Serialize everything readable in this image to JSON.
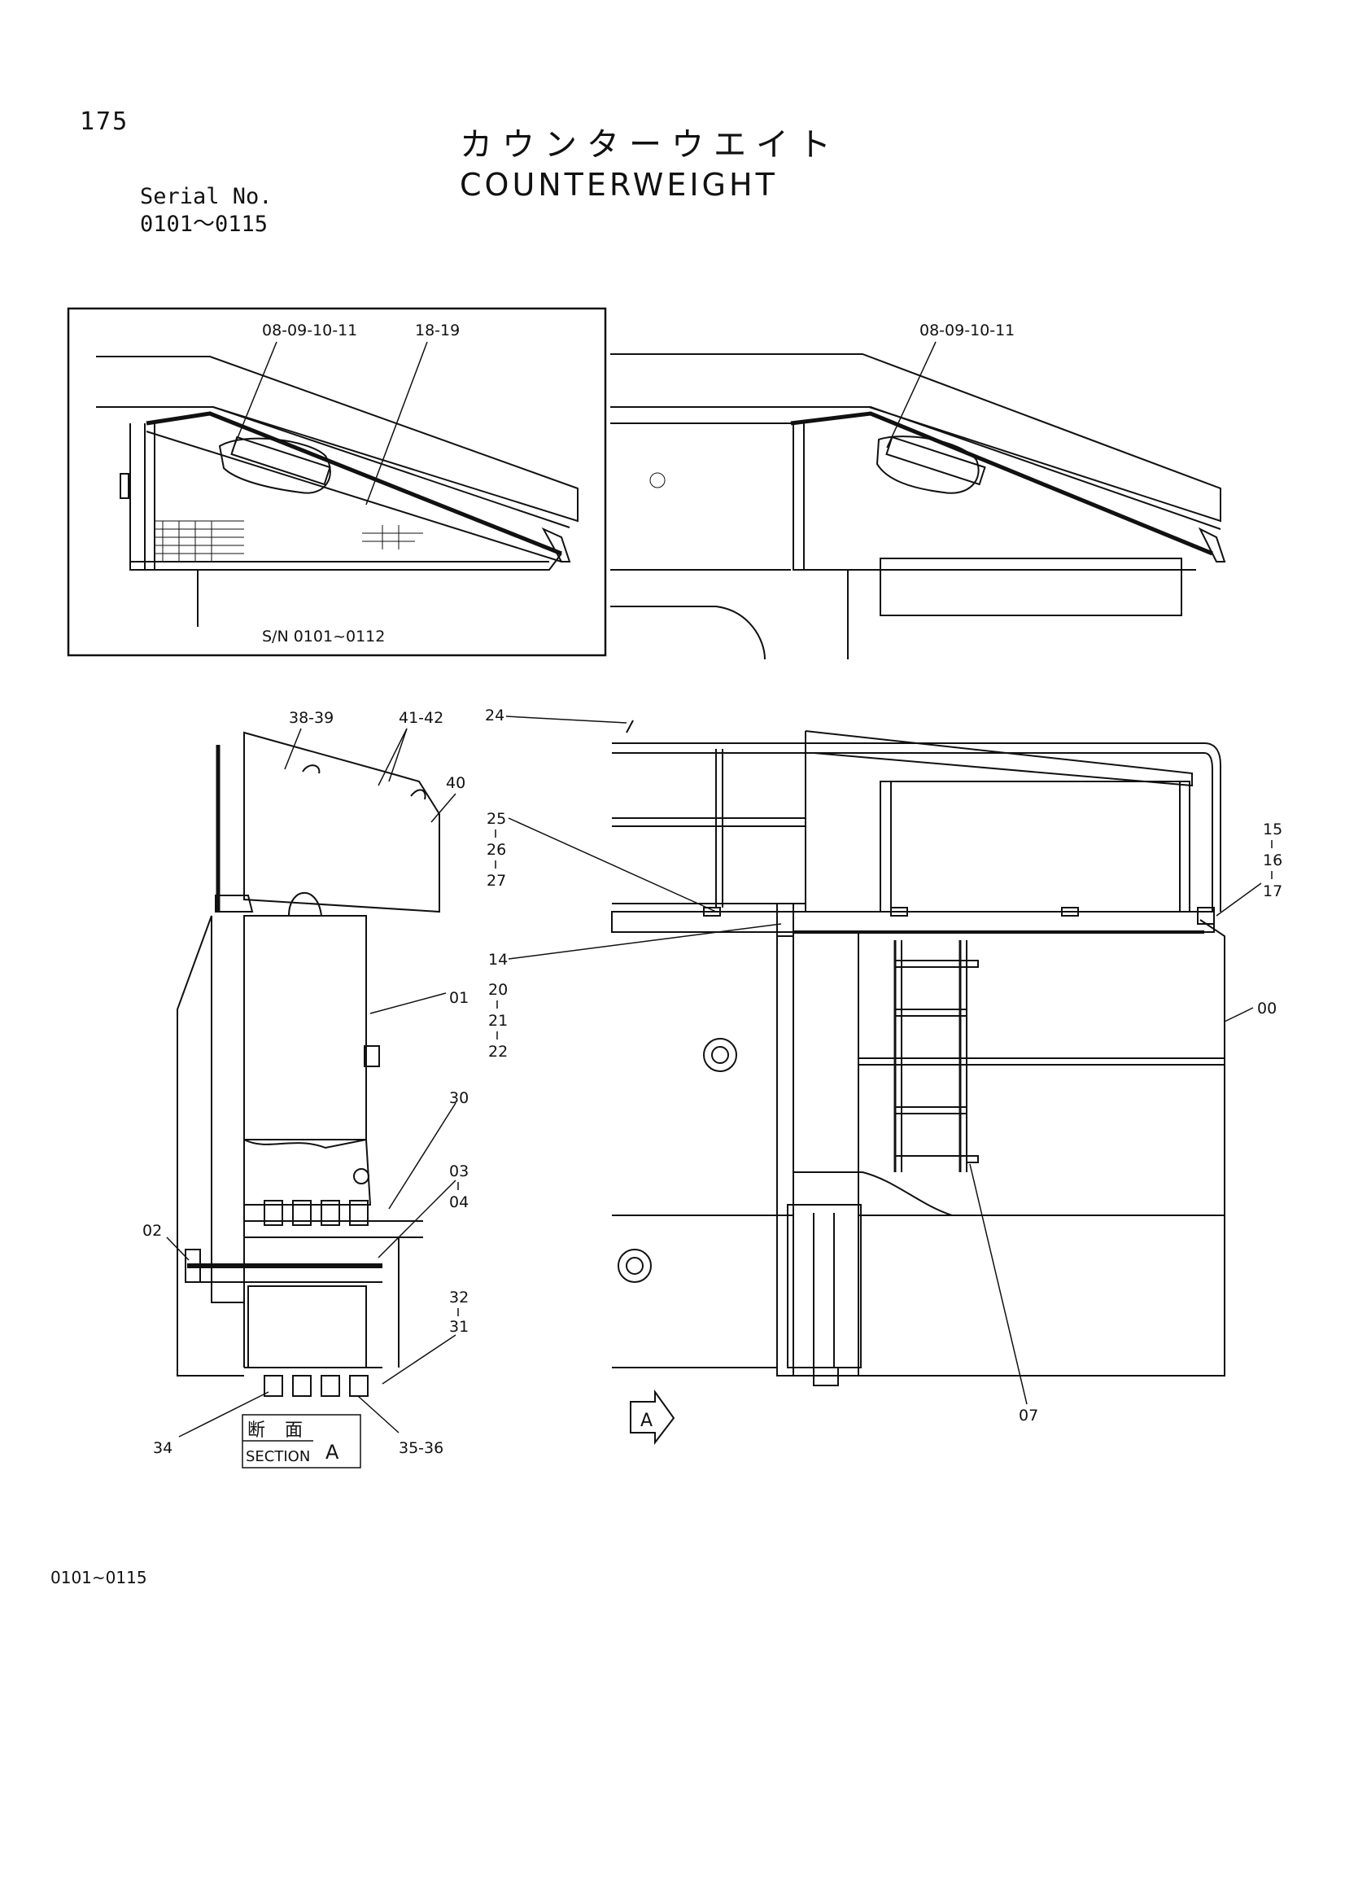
{
  "header": {
    "page_number": "175",
    "title_jp": "カウンターウエイト",
    "title_en": "COUNTERWEIGHT",
    "serial_label": "Serial No.",
    "serial_range": "0101～0115"
  },
  "detail_top_left": {
    "callouts": [
      "08-09-10-11",
      "18-19"
    ],
    "caption": "S/N 0101~0112"
  },
  "detail_top_right": {
    "callouts": [
      "08-09-10-11"
    ]
  },
  "section_view": {
    "callouts": [
      "38-39",
      "41-42",
      "40",
      "01",
      "30",
      "03",
      "04",
      "02",
      "32",
      "31",
      "34",
      "35-36"
    ],
    "label_jp_1": "断",
    "label_jp_2": "面",
    "label_en": "SECTION",
    "label_letter": "A"
  },
  "main_view": {
    "callouts": [
      "24",
      "25",
      "26",
      "27",
      "14",
      "20",
      "21",
      "22",
      "15",
      "16",
      "17",
      "00",
      "07"
    ],
    "view_arrow_letter": "A"
  },
  "footer": {
    "range": "0101~0115"
  }
}
